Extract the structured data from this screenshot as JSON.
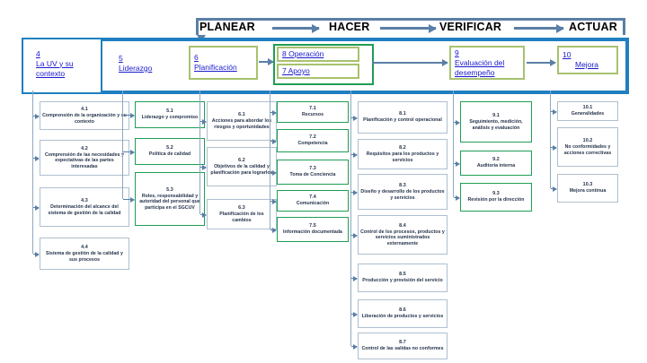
{
  "pdca": {
    "steps": [
      "PLANEAR",
      "HACER",
      "VERIFICAR",
      "ACTUAR"
    ]
  },
  "top_clauses": [
    {
      "num": "4",
      "title_line1": "La UV y su",
      "title_line2": "contexto",
      "style": "plain"
    },
    {
      "num": "5",
      "title_line1": "Liderazgo",
      "title_line2": "",
      "style": "plain"
    },
    {
      "num": "6",
      "title_line1": "Planificación",
      "title_line2": "",
      "style": "olive"
    },
    {
      "num": "",
      "title_line1": "8 Operación",
      "title_line2": "",
      "style": "olive"
    },
    {
      "num": "",
      "title_line1": "7 Apoyo",
      "title_line2": "",
      "style": "olive"
    },
    {
      "num": "9",
      "title_line1": "Evaluación del",
      "title_line2": "desempeño",
      "style": "olive"
    },
    {
      "num": "10",
      "title_line1": "Mejora",
      "title_line2": "",
      "style": "olive"
    }
  ],
  "columns": [
    {
      "key": "col-4",
      "style": "gray",
      "items": [
        {
          "num": "4.1",
          "text": "Comprensión de la organización y su contexto"
        },
        {
          "num": "4.2",
          "text": "Comprensión de las necesidades y expectativas de las partes interesadas"
        },
        {
          "num": "4.3",
          "text": "Determinación del alcance del sistema de gestión de la calidad"
        },
        {
          "num": "4.4",
          "text": "Sistema de gestión de la calidad y sus procesos"
        }
      ]
    },
    {
      "key": "col-5",
      "style": "green",
      "items": [
        {
          "num": "5.1",
          "text": "Liderazgo y compromiso"
        },
        {
          "num": "5.2",
          "text": "Política de calidad"
        },
        {
          "num": "5.3",
          "text": "Roles, responsabilidad y autoridad del personal que participa en el SGCUV"
        }
      ]
    },
    {
      "key": "col-6",
      "style": "gray",
      "items": [
        {
          "num": "6.1",
          "text": "Acciones para abordar los riesgos y oportunidades"
        },
        {
          "num": "6.2",
          "text": "Objetivos de la calidad y planificación para lograrlos"
        },
        {
          "num": "6.3",
          "text": "Planificación de los cambios"
        }
      ]
    },
    {
      "key": "col-7",
      "style": "green",
      "items": [
        {
          "num": "7.1",
          "text": "Recursos"
        },
        {
          "num": "7.2",
          "text": "Competencia"
        },
        {
          "num": "7.3",
          "text": "Toma de Conciencia"
        },
        {
          "num": "7.4",
          "text": "Comunicación"
        },
        {
          "num": "7.5",
          "text": "Información documentada"
        }
      ]
    },
    {
      "key": "col-8",
      "style": "gray",
      "items": [
        {
          "num": "8.1",
          "text": "Planificación y control operacional"
        },
        {
          "num": "8.2",
          "text": "Requisitos para los productos y servicios"
        },
        {
          "num": "8.3",
          "text": "Diseño y desarrollo de los productos y servicios"
        },
        {
          "num": "8.4",
          "text": "Control de los procesos, productos y servicios suministrados externamente"
        },
        {
          "num": "8.5",
          "text": "Producción y provisión del servicio"
        },
        {
          "num": "8.6",
          "text": "Liberación de productos y servicios"
        },
        {
          "num": "8.7",
          "text": "Control de las salidas no conformes"
        }
      ]
    },
    {
      "key": "col-9",
      "style": "green",
      "items": [
        {
          "num": "9.1",
          "text": "Seguimiento, medición, análisis y evaluación"
        },
        {
          "num": "9.2",
          "text": "Auditoría interna"
        },
        {
          "num": "9.3",
          "text": "Revisión por la dirección"
        }
      ]
    },
    {
      "key": "col-10",
      "style": "gray",
      "items": [
        {
          "num": "10.1",
          "text": "Generalidades"
        },
        {
          "num": "10.2",
          "text": "No conformidades y acciones correctivas"
        },
        {
          "num": "10.3",
          "text": "Mejora continua"
        }
      ]
    }
  ],
  "colors": {
    "frame_blue": "#1f7fc0",
    "arrow_blue": "#5b7fa6",
    "olive": "#a8c26e",
    "green": "#1f9e55",
    "gray_border": "#aebfd0",
    "link_text": "#1a1acc"
  }
}
